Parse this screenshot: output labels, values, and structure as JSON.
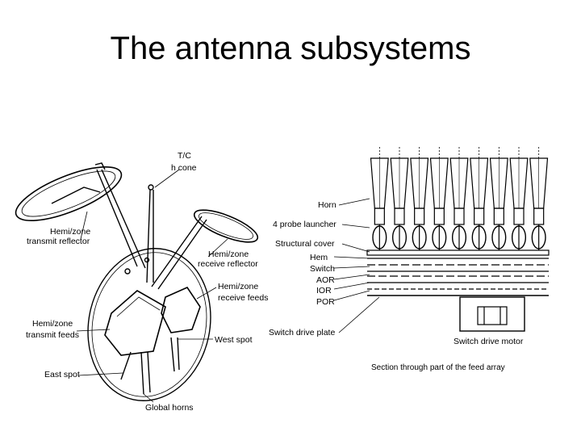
{
  "slide": {
    "title": "The antenna subsystems"
  },
  "left_figure": {
    "labels": {
      "tc": "T/C",
      "tc2": "h cone",
      "hemi_tx_reflector_1": "Hemi/zone",
      "hemi_tx_reflector_2": "transmit reflector",
      "hemi_rx_reflector_1": "Hemi/zone",
      "hemi_rx_reflector_2": "receive reflector",
      "hemi_rx_feeds_1": "Hemi/zone",
      "hemi_rx_feeds_2": "receive feeds",
      "hemi_tx_feeds_1": "Hemi/zone",
      "hemi_tx_feeds_2": "transmit feeds",
      "west_spot": "West spot",
      "east_spot": "East spot",
      "global_horns": "Global horns"
    }
  },
  "right_figure": {
    "labels": {
      "horn": "Horn",
      "probe_launcher": "4 probe launcher",
      "structural_cover": "Structural cover",
      "hem": "Hem",
      "switch": "Switch",
      "aor": "AOR",
      "ior": "IOR",
      "por": "POR",
      "switch_drive_plate": "Switch drive plate",
      "switch_drive_motor": "Switch drive motor",
      "caption": "Section through part of the feed array"
    },
    "horn_count": 9
  }
}
